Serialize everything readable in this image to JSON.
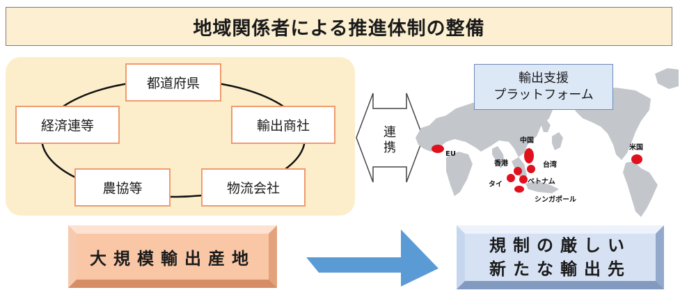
{
  "title": "地域関係者による推進体制の整備",
  "stakeholders": {
    "top": "都道府県",
    "left": "経済連等",
    "right": "輸出商社",
    "bottom_left": "農協等",
    "bottom_right": "物流会社"
  },
  "link": {
    "line1": "連",
    "line2": "携"
  },
  "platform": {
    "line1": "輸出支援",
    "line2": "プラットフォーム"
  },
  "map_labels": {
    "eu": "EU",
    "china": "中国",
    "usa": "米国",
    "hongkong": "香港",
    "taiwan": "台湾",
    "thailand": "タイ",
    "vietnam": "ベトナム",
    "singapore": "シンガポール"
  },
  "source_label": "大規模輸出産地",
  "destination": {
    "line1": "規制の厳しい",
    "line2": "新たな輸出先"
  },
  "colors": {
    "region_bg": "#fdeecb",
    "node_border": "#ef9a6c",
    "platform_bg": "#dde8f7",
    "map_land": "#c3c6cb",
    "marker": "#e0101d",
    "arrow": "#5b9bd5",
    "source_bg": "#f9c7a6",
    "destination_bg": "#d6e2f4"
  }
}
